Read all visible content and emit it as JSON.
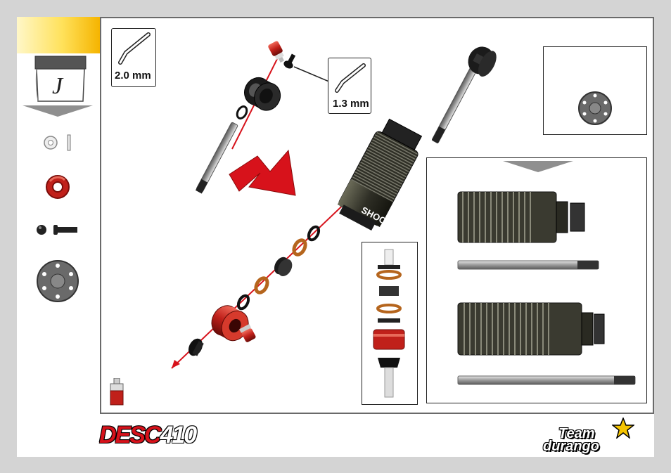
{
  "step_letter": "J",
  "tools": {
    "wrench_large": "2.0 mm",
    "wrench_small": "1.3 mm"
  },
  "shock_body_label": "SHOCK",
  "branding": {
    "product_logo_prefix": "DESC",
    "product_logo_number": "410",
    "team_logo_line1": "Team",
    "team_logo_line2": "durango"
  },
  "colors": {
    "accent_yellow": "#f5b400",
    "arrow_red": "#d7121b",
    "aluminium_red": "#c0201a",
    "oring_orange": "#b5651d"
  },
  "sidebar_parts": [
    "washer-and-pin-icon",
    "red-ring-icon",
    "screw-and-ball-icon",
    "piston-icon"
  ]
}
